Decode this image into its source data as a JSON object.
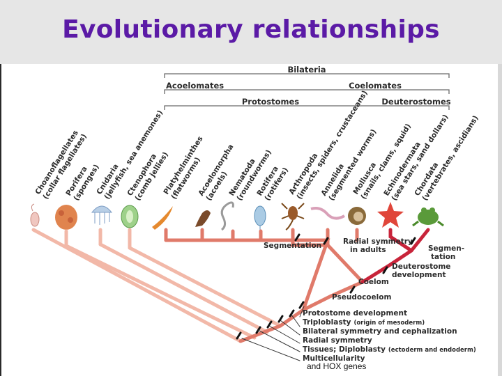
{
  "slide_title": "Evolutionary relationships",
  "footnote": "and HOX genes",
  "groups": {
    "bilateria": "Bilateria",
    "acoelomates": "Acoelomates",
    "coelomates": "Coelomates",
    "protostomes": "Protostomes",
    "deuterostomes": "Deuterostomes"
  },
  "taxa": [
    {
      "name": "Choanoflagellates",
      "common": "(collar flagellates)"
    },
    {
      "name": "Porifera",
      "common": "(sponges)"
    },
    {
      "name": "Cnidaria",
      "common": "(jellyfish, sea anemones)"
    },
    {
      "name": "Ctenophora",
      "common": "(comb jellies)"
    },
    {
      "name": "Platyhelminthes",
      "common": "(flatworms)"
    },
    {
      "name": "Acoelomorpha",
      "common": "(acoels)"
    },
    {
      "name": "Nematoda",
      "common": "(roundworms)"
    },
    {
      "name": "Rotifera",
      "common": "(rotifers)"
    },
    {
      "name": "Arthropoda",
      "common": "(insects, spiders, crustaceans)"
    },
    {
      "name": "Annelida",
      "common": "(segmented worms)"
    },
    {
      "name": "Mollusca",
      "common": "(snails, clams, squid)"
    },
    {
      "name": "Echinodermata",
      "common": "(sea stars, sand dollars)"
    },
    {
      "name": "Chordata",
      "common": "(vertebrates, ascidians)"
    }
  ],
  "events": {
    "segmentation": "Segmentation",
    "radial_adults_1": "Radial symmetry",
    "radial_adults_2": "in adults",
    "segmentation2_1": "Segmen-",
    "segmentation2_2": "tation",
    "deut_dev_1": "Deuterostome",
    "deut_dev_2": "development",
    "coelom": "Coelom",
    "pseudocoelom": "Pseudocoelom",
    "protostome_dev": "Protostome development",
    "triploblasty": "Triploblasty",
    "triploblasty_note": "(origin of mesoderm)",
    "bilateral": "Bilateral symmetry and cephalization",
    "radial": "Radial symmetry",
    "tissues": "Tissues; Diploblasty",
    "tissues_note": "(ectoderm and endoderm)",
    "multicellularity": "Multicellularity"
  },
  "colors": {
    "title": "#5b1aa6",
    "light_branch": "#f2b8a8",
    "mid_branch": "#e07a6a",
    "dark_branch": "#c8243a"
  }
}
